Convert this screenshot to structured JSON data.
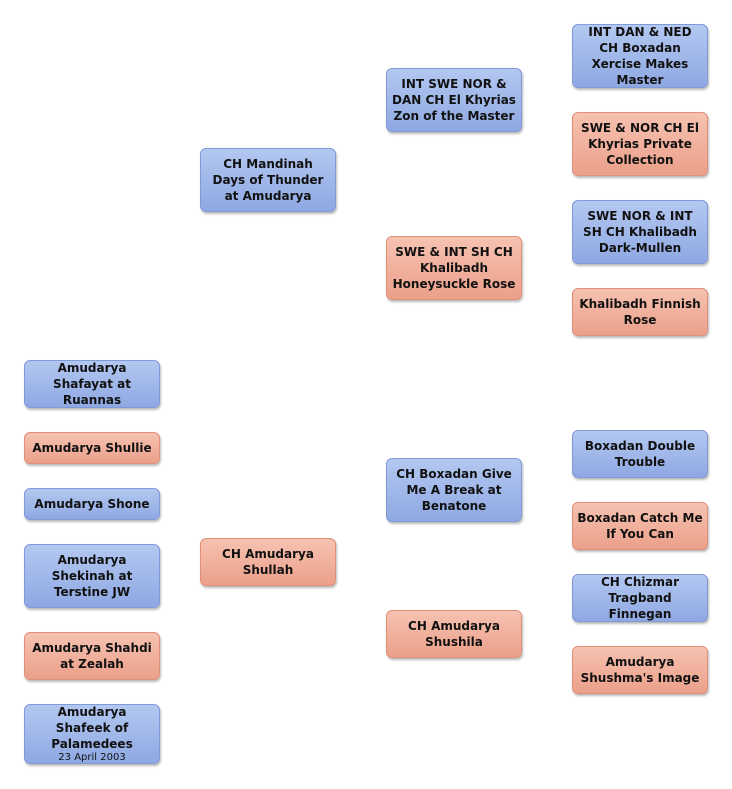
{
  "pedigree": {
    "parents": {
      "sire": "CH Mandinah Days of Thunder at Amudarya",
      "dam": "CH Amudarya Shullah"
    },
    "grandparents": {
      "sire_sire": "INT SWE NOR & DAN CH El Khyrias Zon of the Master",
      "sire_dam": "SWE & INT SH CH Khalibadh Honeysuckle Rose",
      "dam_sire": "CH Boxadan Give Me A Break at Benatone",
      "dam_dam": "CH Amudarya Shushila"
    },
    "great_grandparents": {
      "ss_sire": "INT DAN & NED CH Boxadan Xercise Makes Master",
      "ss_dam": "SWE & NOR CH El Khyrias Private Collection",
      "sd_sire": "SWE NOR & INT SH CH Khalibadh Dark-Mullen",
      "sd_dam": "Khalibadh Finnish Rose",
      "ds_sire": "Boxadan Double Trouble",
      "ds_dam": "Boxadan Catch Me If You Can",
      "dd_sire": "CH Chizmar Tragband Finnegan",
      "dd_dam": "Amudarya Shushma's Image"
    },
    "litter": {
      "pups": [
        "Amudarya Shafayat at Ruannas",
        "Amudarya Shullie",
        "Amudarya Shone",
        "Amudarya Shekinah at Terstine JW",
        "Amudarya Shahdi at Zealah",
        "Amudarya Shafeek of Palamedees"
      ],
      "birth_date": "23 April 2003"
    }
  },
  "colors": {
    "male": "#9fb8ea",
    "female": "#f0ad98"
  }
}
